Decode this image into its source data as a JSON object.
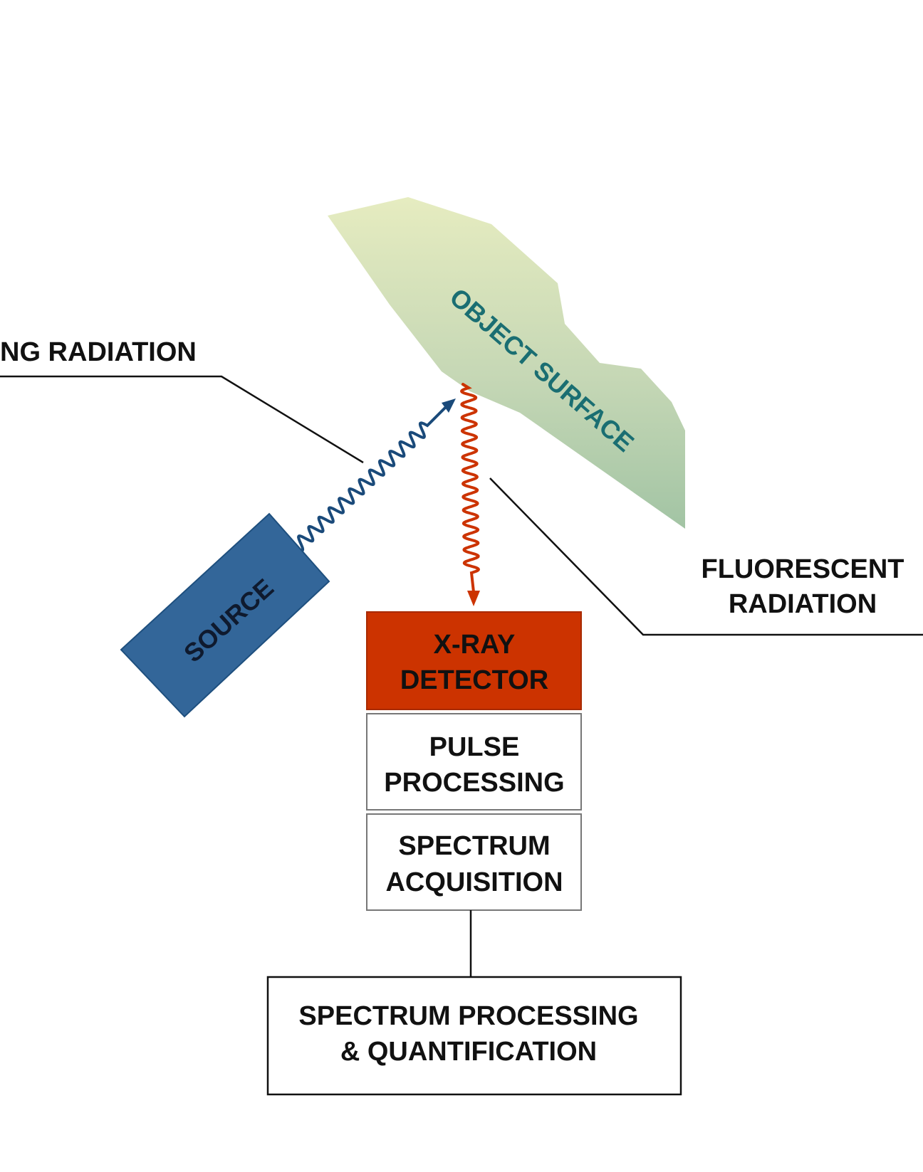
{
  "labels": {
    "exciting_radiation": "NG RADIATION",
    "object_surface": "OBJECT SURFACE",
    "source": "SOURCE",
    "fluorescent_line1": "FLUORESCENT",
    "fluorescent_line2": "RADIATION"
  },
  "blocks": {
    "xray_detector": [
      "X-RAY",
      "DETECTOR"
    ],
    "pulse_processing": [
      "PULSE",
      "PROCESSING"
    ],
    "spectrum_acquisition": [
      "SPECTRUM",
      "ACQUISITION"
    ],
    "spectrum_processing": [
      "SPECTRUM PROCESSING",
      "& QUANTIFICATION"
    ]
  },
  "colors": {
    "detector": "#cc3300",
    "source": "#336699",
    "source_wave": "#1a4a7a",
    "fluorescent_wave": "#cc3300",
    "object_light": "#e6ecc0",
    "object_dark": "#9fc2a2",
    "object_text": "#1a6e72"
  }
}
